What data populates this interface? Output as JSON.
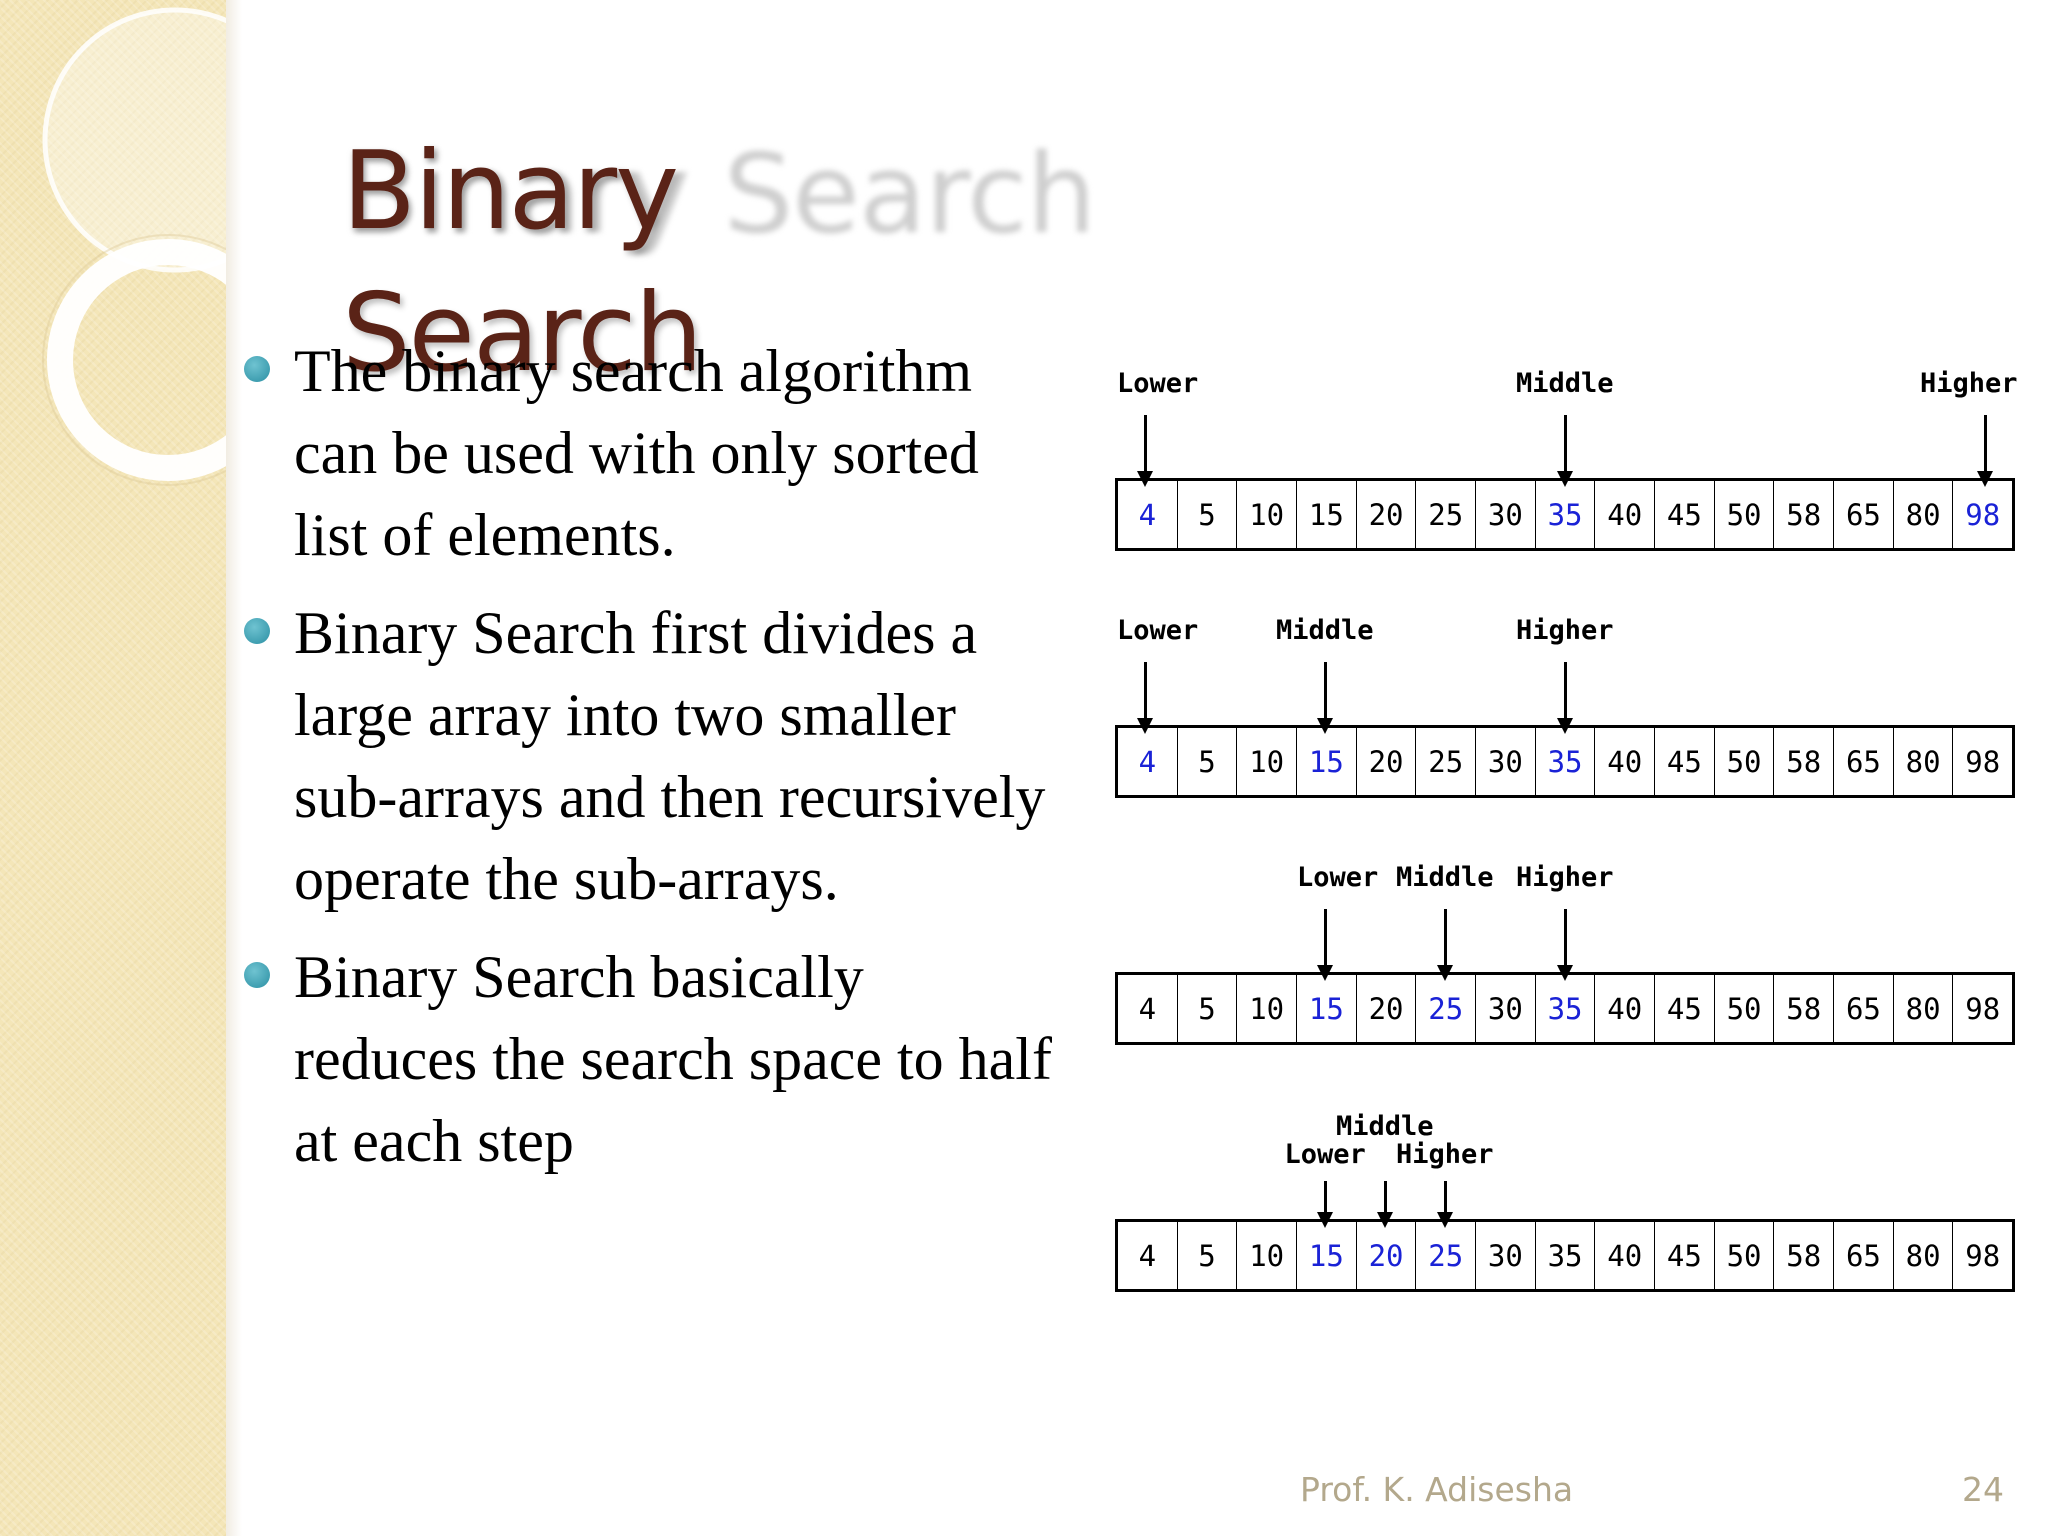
{
  "slide": {
    "title": "Binary Search",
    "title_line1": "Binary",
    "title_line2": "Search",
    "title_shadow_text": "Binary Search",
    "bullets": [
      "The binary search algorithm can be used with only sorted list of elements.",
      "Binary Search first divides a large array into two smaller sub-arrays and then recursively operate the sub-arrays.",
      "Binary Search basically reduces the search space to half at each step"
    ],
    "footer": {
      "author": "Prof. K. Adisesha",
      "slide_number": "24"
    }
  },
  "diagram": {
    "array": [
      "4",
      "5",
      "10",
      "15",
      "20",
      "25",
      "30",
      "35",
      "40",
      "45",
      "50",
      "58",
      "65",
      "80",
      "98"
    ],
    "steps": [
      {
        "pointers": [
          {
            "label": "Lower",
            "index": 0
          },
          {
            "label": "Middle",
            "index": 7
          },
          {
            "label": "Higher",
            "index": 14
          }
        ],
        "highlight": [
          0,
          7,
          14
        ]
      },
      {
        "pointers": [
          {
            "label": "Lower",
            "index": 0
          },
          {
            "label": "Middle",
            "index": 3
          },
          {
            "label": "Higher",
            "index": 7
          }
        ],
        "highlight": [
          0,
          3,
          7
        ]
      },
      {
        "pointers": [
          {
            "label": "Lower",
            "index": 3
          },
          {
            "label": "Middle",
            "index": 5
          },
          {
            "label": "Higher",
            "index": 7
          }
        ],
        "highlight": [
          3,
          5,
          7
        ]
      },
      {
        "pointers": [
          {
            "label": "Lower",
            "index": 3
          },
          {
            "label": "Middle",
            "index": 4
          },
          {
            "label": "Higher",
            "index": 5
          }
        ],
        "highlight": [
          3,
          4,
          5
        ]
      }
    ],
    "colors": {
      "highlight": "#1a22d6",
      "normal": "#000000"
    }
  },
  "theme": {
    "title_color": "#5a2317",
    "bullet_color": "#2b8fa3",
    "footer_color": "#b3a88c",
    "sidebar_color": "#f4e6b8"
  }
}
